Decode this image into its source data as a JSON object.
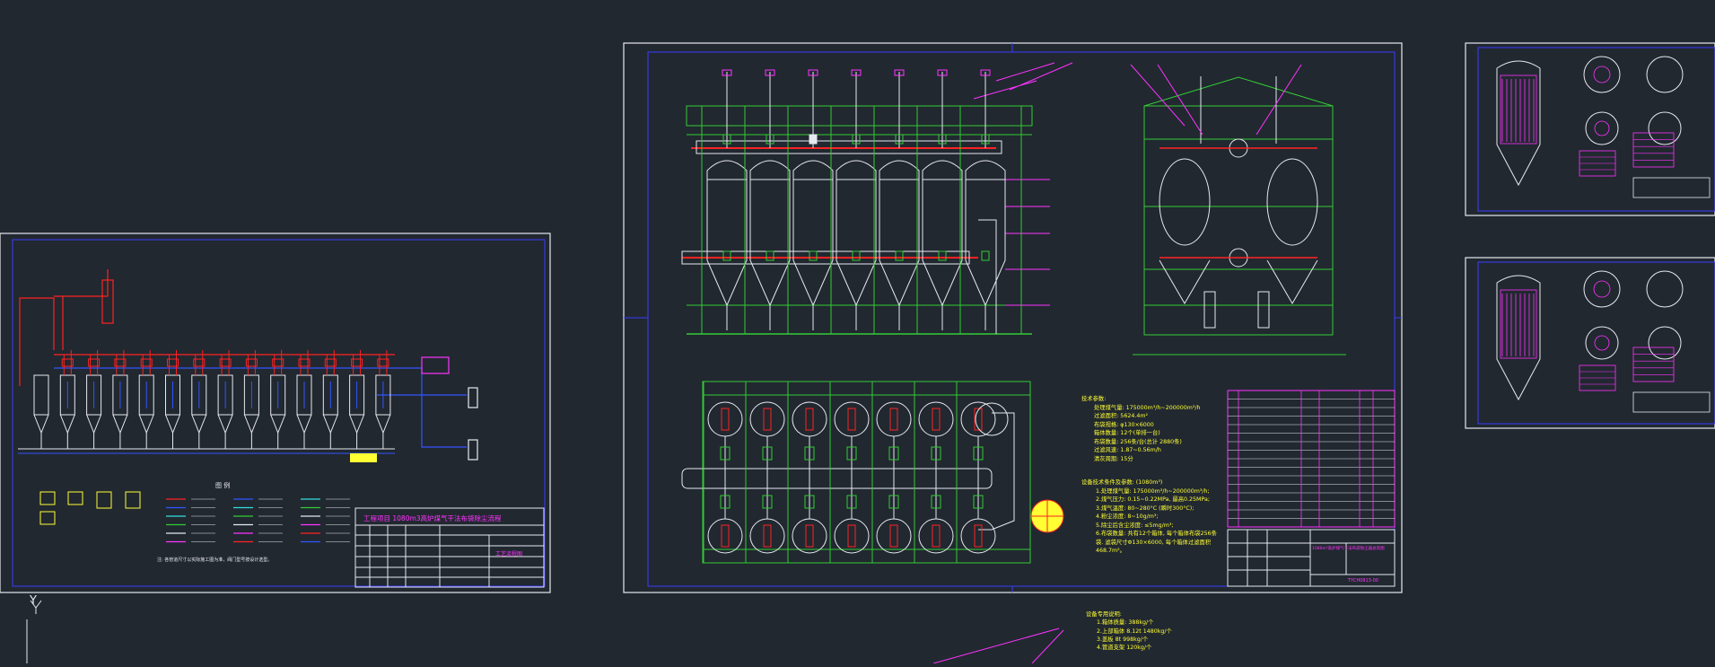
{
  "viewport": {
    "background": "#212830",
    "ucs_axis_label": "Y"
  },
  "colors": {
    "frame_white": "#e8e8f0",
    "border_blue": "#3c3cff",
    "equipment_green": "#33cc33",
    "pipe_red": "#ff2222",
    "pipe_blue": "#3355ff",
    "annotation_magenta": "#ff33ff",
    "highlight_yellow": "#ffff33",
    "cyan": "#33dddd"
  },
  "sheet_left": {
    "title": "工程项目 1080m3高炉煤气干法布袋除尘流程",
    "title_block_text": "工艺流程图",
    "legend_heading": "图 例",
    "note_text": "注: 各管道尺寸以实际施工图为准，阀门型号按设计选型。"
  },
  "sheet_main": {
    "tech_params_heading": "技术参数:",
    "tech_params": [
      "处理煤气量: 175000m³/h~200000m³/h",
      "过滤面积: 5624.4m²",
      "布袋规格: φ130×6000",
      "箱体数量: 12个(单排一台)",
      "布袋数量: 256条/台(总计 2880条)",
      "过滤风速: 1.87~0.56m/h",
      "清灰周期: 15分"
    ],
    "conditions_heading": "设备技术条件及参数:  (1080m³)",
    "conditions": [
      "1.处理煤气量: 175000m³/h~200000m³/h;",
      "2.煤气压力: 0.15~0.22MPa, 最高0.25MPa;",
      "3.煤气温度: 80~280°C (瞬时300°C);",
      "4.粉尘浓度: 8~10g/m³;",
      "5.除尘后含尘浓度: ≤5mg/m³;",
      "6.布袋数量: 共有12个箱体, 每个箱体布袋256条",
      "袋. 滤袋尺寸Φ130×6000, 每个箱体过滤面积",
      "468.7m²。"
    ],
    "title_block_text": "1080m³高炉煤气干法布袋除尘器总装图",
    "drawing_no": "TYCH0813-00"
  },
  "bottom_notes": {
    "heading": "设备专用说明:",
    "lines": [
      "1.箱体质量: 388kg/个",
      "2.上部箱体 8.12t 1480kg/个",
      "3.盖板 8t 998kg/个",
      "4.管道支架 120kg/个"
    ]
  }
}
